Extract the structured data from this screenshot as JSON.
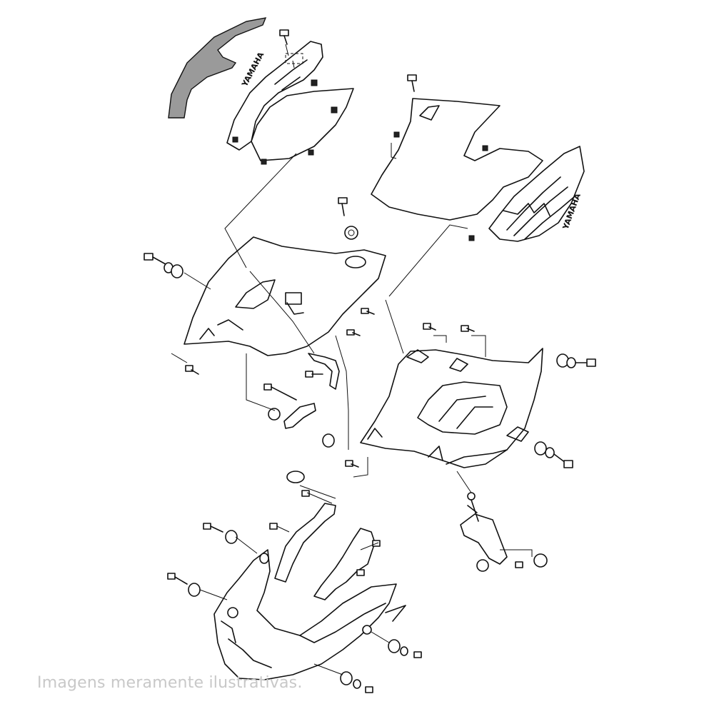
{
  "caption": "Imagens meramente ilustrativas.",
  "decals": {
    "upper_cowl_text": "YAMAHA",
    "side_panel_text": "YAMAHA"
  },
  "colors": {
    "line": "#111111",
    "windscreen_fill": "#9a9a9a",
    "caption": "#c8c8c8",
    "background": "#ffffff"
  }
}
